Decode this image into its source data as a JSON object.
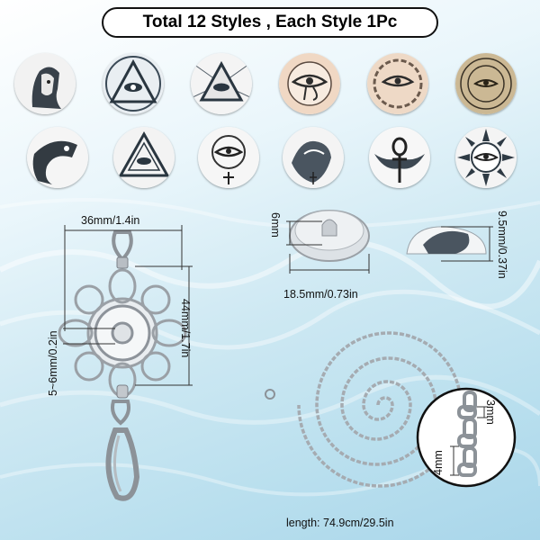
{
  "title": "Total 12 Styles , Each Style 1Pc",
  "cabochons": [
    {
      "name": "pharaoh-face",
      "bg": "#f2f2f2"
    },
    {
      "name": "eye-triangle",
      "bg": "#e9eef2"
    },
    {
      "name": "eye-pyramid-rays",
      "bg": "#f4f4f4"
    },
    {
      "name": "eye-of-horus-beige",
      "bg": "#f0d8c4"
    },
    {
      "name": "eye-of-horus-knot",
      "bg": "#eed9c6"
    },
    {
      "name": "eye-sun-golden",
      "bg": "#cbb894"
    },
    {
      "name": "horus-falcon",
      "bg": "#f5f5f5"
    },
    {
      "name": "eye-triangle-cross",
      "bg": "#f3f3f3"
    },
    {
      "name": "eye-of-horus-ankh",
      "bg": "#f6f6f6"
    },
    {
      "name": "winged-horus",
      "bg": "#f4f4f4"
    },
    {
      "name": "ankh-wings",
      "bg": "#f7f7f7"
    },
    {
      "name": "eye-sun-rays",
      "bg": "#f4f4f4"
    }
  ],
  "dimensions": {
    "pendant_width": "36mm/1.4in",
    "pendant_height": "44mm/1.7in",
    "pendant_tray": "5~6mm/0.2in",
    "button_height": "6mm",
    "button_width": "18.5mm/0.73in",
    "cabochon_thickness": "9.5mm/0.37in",
    "chain_link_width": "4mm",
    "chain_link_length": "3mm",
    "chain_length": "length: 74.9cm/29.5in"
  }
}
